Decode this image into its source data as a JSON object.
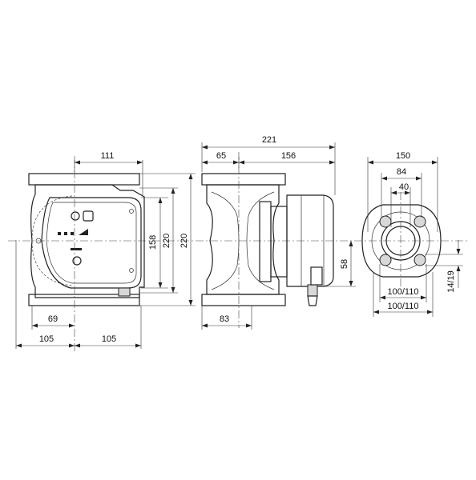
{
  "front_view": {
    "dims": {
      "top_width": "111",
      "height_inner": "158",
      "height_flange": "220",
      "height_total": "220",
      "bottom_left": "69",
      "base_left": "105",
      "base_right": "105"
    }
  },
  "side_view": {
    "dims": {
      "total_length": "221",
      "left_part": "65",
      "motor_length": "156",
      "bottom_width": "83",
      "height_small": "58"
    }
  },
  "flange_view": {
    "dims": {
      "outer": "150",
      "pitch": "84",
      "bore": "40",
      "bolt_circle_1": "100/110",
      "bolt_circle_2": "100/110",
      "hole_size": "14/19"
    }
  }
}
